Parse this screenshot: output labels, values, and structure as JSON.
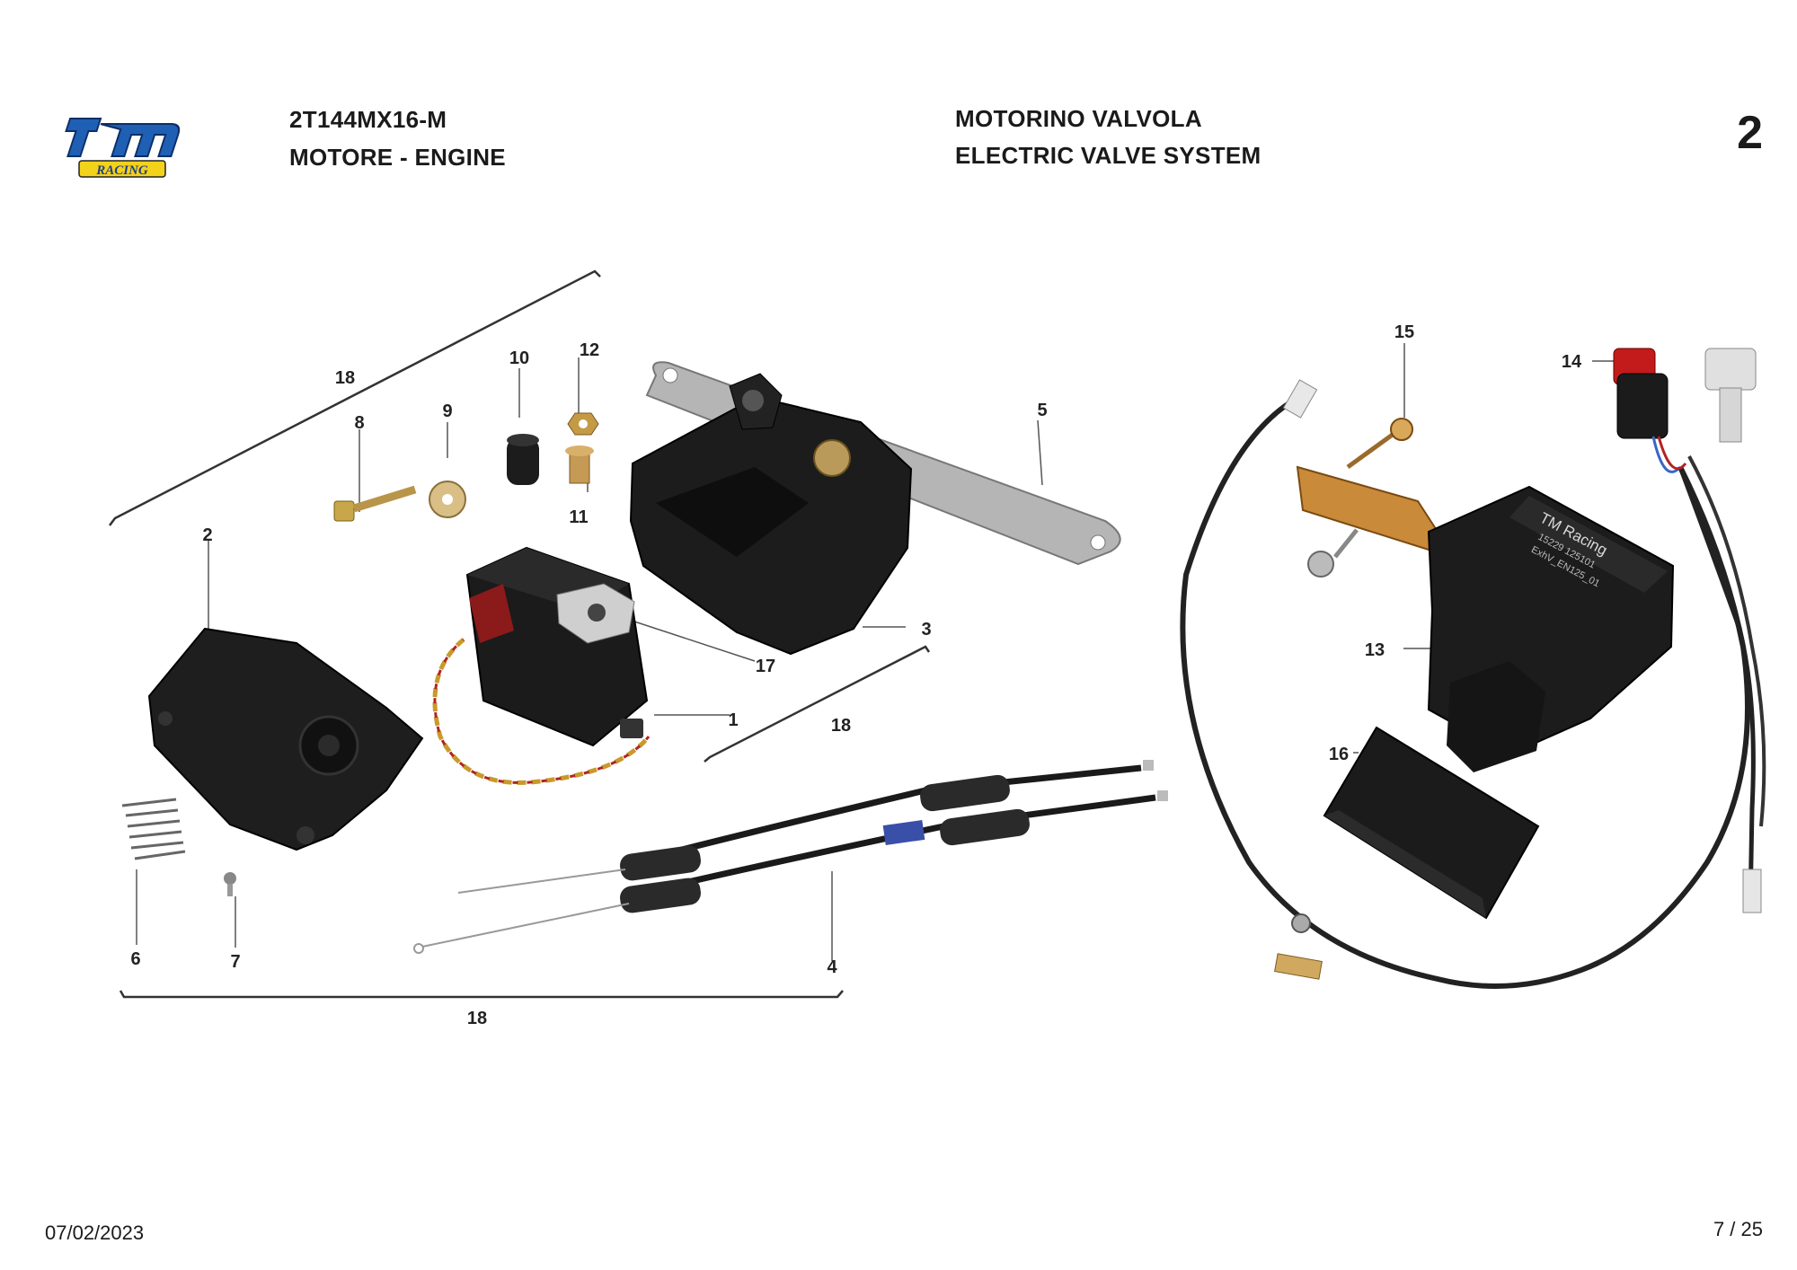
{
  "header": {
    "brand": "tm",
    "brand_sub": "RACING",
    "model_code": "2T144MX16-M",
    "group": "MOTORE - ENGINE",
    "section_it": "MOTORINO VALVOLA",
    "section_en": "ELECTRIC VALVE SYSTEM",
    "table_number": "2"
  },
  "footer": {
    "date": "07/02/2023",
    "page": "7 / 25"
  },
  "callouts": {
    "c1": "1",
    "c2": "2",
    "c3": "3",
    "c4": "4",
    "c5": "5",
    "c6": "6",
    "c7": "7",
    "c8": "8",
    "c9": "9",
    "c10": "10",
    "c11": "11",
    "c12": "12",
    "c13": "13",
    "c14": "14",
    "c15": "15",
    "c16": "16",
    "c17": "17",
    "c18_top": "18",
    "c18_mid": "18",
    "c18_bottom": "18"
  },
  "ecu_label": {
    "line1": "TM Racing",
    "line2": "15229 125101",
    "line3": "ExhV_EN125_01"
  }
}
